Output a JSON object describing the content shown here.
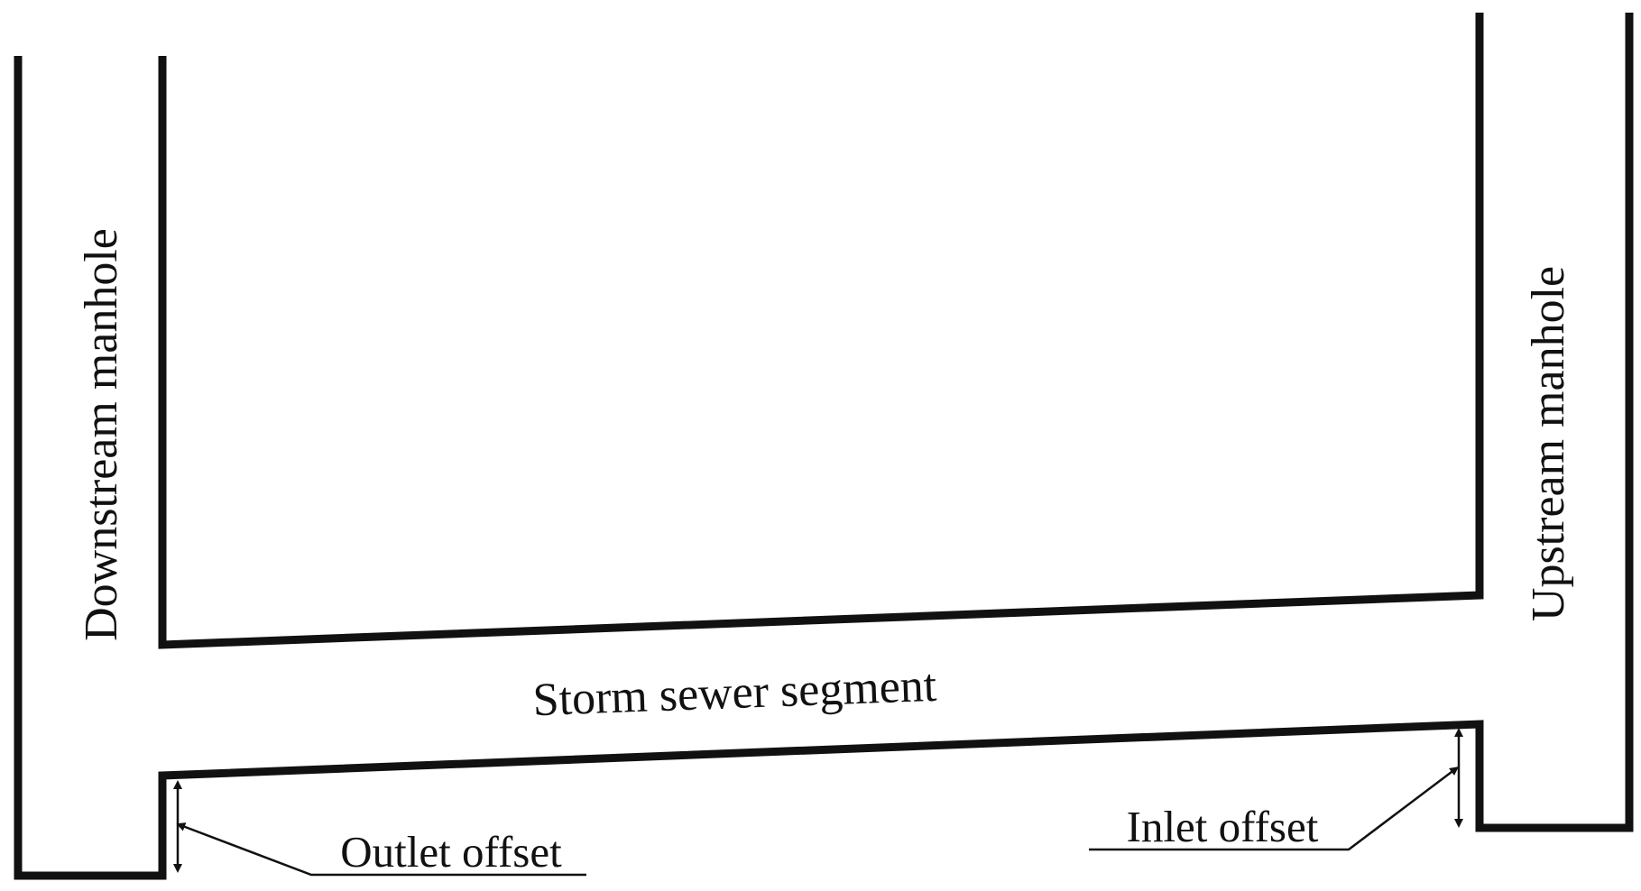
{
  "labels": {
    "downstream_manhole": "Downstream manhole",
    "upstream_manhole": "Upstream manhole",
    "segment": "Storm sewer segment",
    "outlet_offset": "Outlet offset",
    "inlet_offset": "Inlet offset"
  },
  "colors": {
    "line": "#111111",
    "background": "#ffffff"
  }
}
